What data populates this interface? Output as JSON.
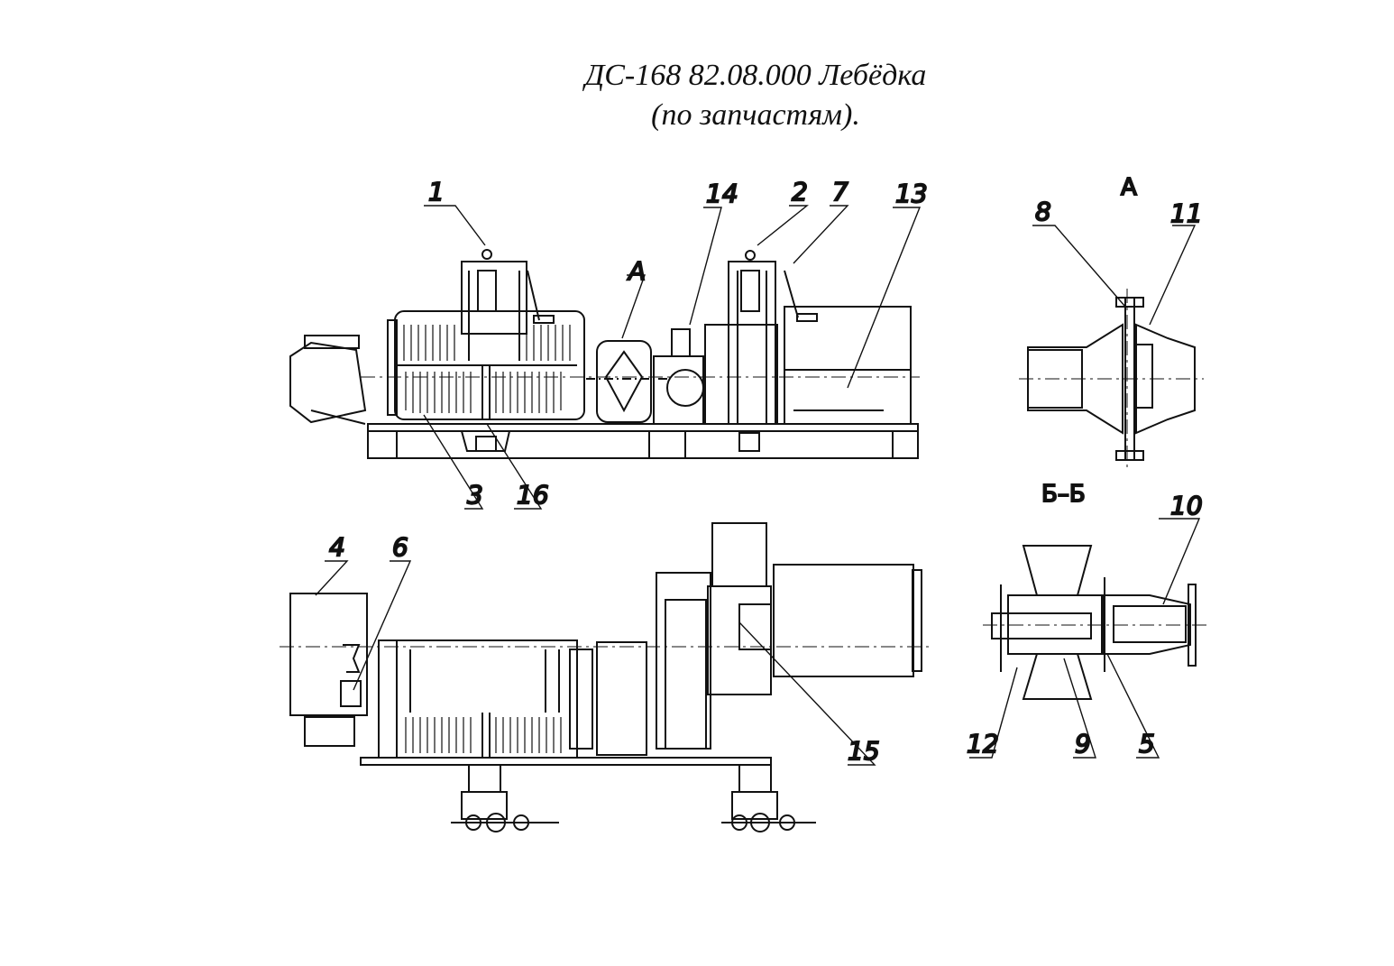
{
  "title": {
    "line1": "ДС-168 82.08.000 Лебёдка",
    "line2": "(по запчастям)."
  },
  "views": {
    "detail_a": "А",
    "section_bb": "Б–Б",
    "arrow_a": "А"
  },
  "callouts": {
    "c1": "1",
    "c2": "2",
    "c3": "3",
    "c4": "4",
    "c5": "5",
    "c6": "6",
    "c7": "7",
    "c8": "8",
    "c9": "9",
    "c10": "10",
    "c11": "11",
    "c12": "12",
    "c13": "13",
    "c14": "14",
    "c15": "15",
    "c16": "16"
  }
}
